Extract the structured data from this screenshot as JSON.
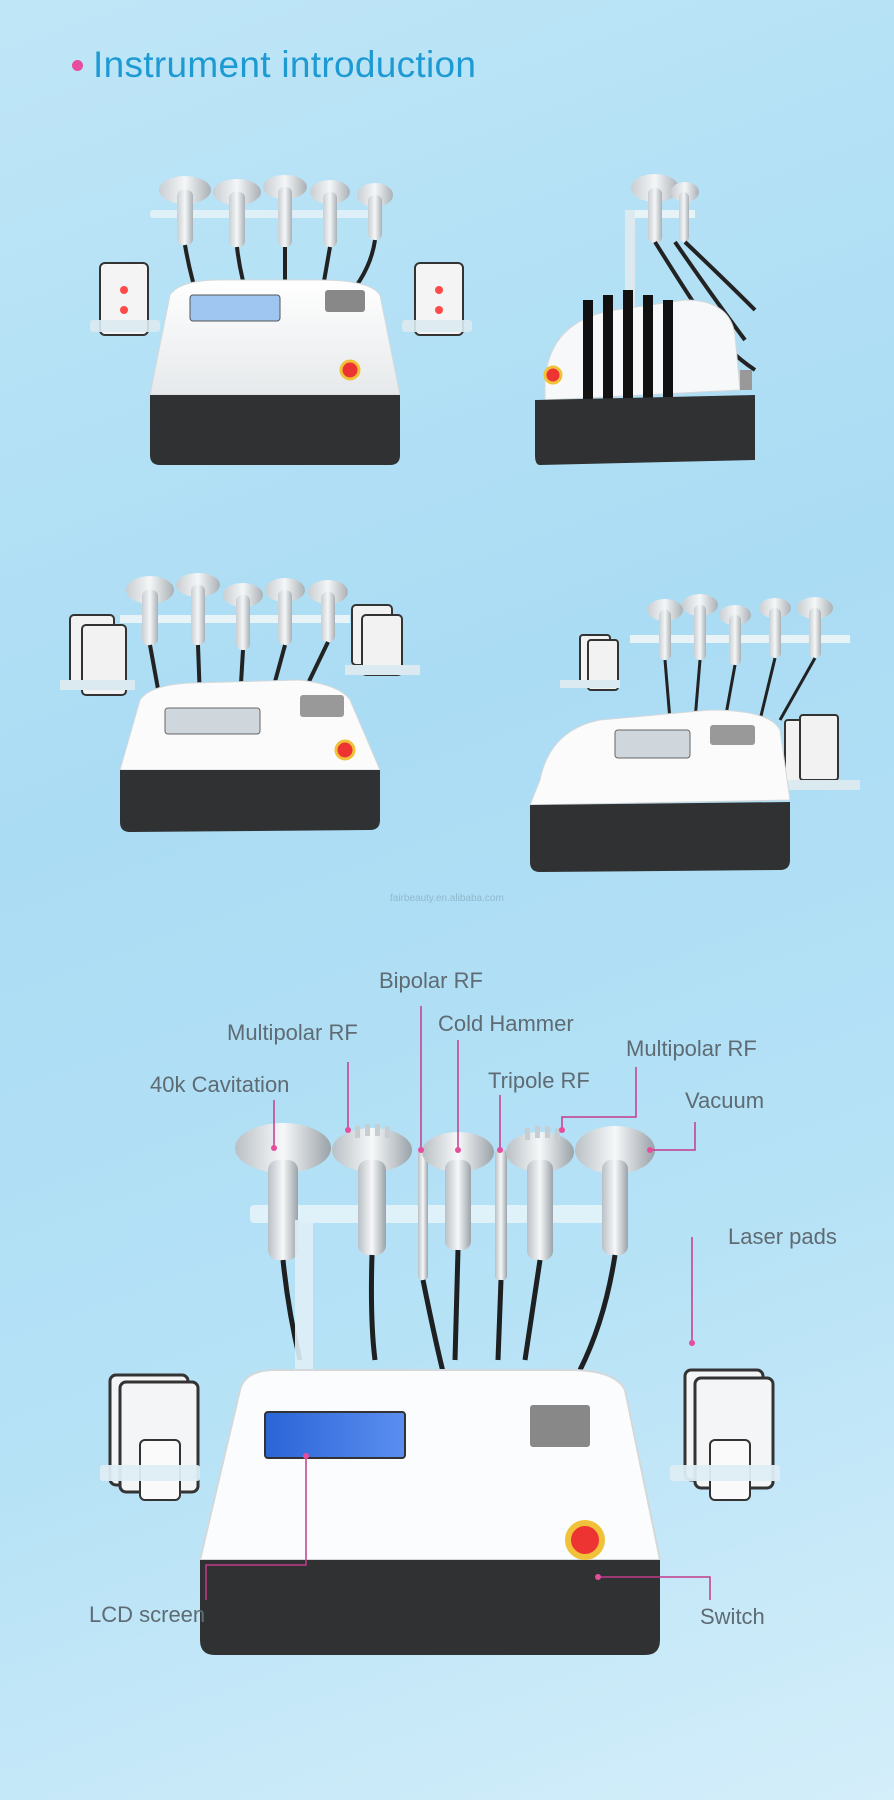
{
  "header": {
    "title": "Instrument introduction"
  },
  "watermark": "fairbeauty.en.alibaba.com",
  "photos": [
    {
      "name": "front-view",
      "label_icon": "device-front-view-photo"
    },
    {
      "name": "side-view",
      "label_icon": "device-side-view-photo"
    },
    {
      "name": "left-angle-view",
      "label_icon": "device-left-angle-photo"
    },
    {
      "name": "right-angle-view",
      "label_icon": "device-right-angle-photo"
    },
    {
      "name": "labeled-view",
      "label_icon": "device-labeled-photo"
    }
  ],
  "callouts": {
    "bipolar_rf": "Bipolar RF",
    "multipolar_rf_left": "Multipolar RF",
    "cold_hammer": "Cold Hammer",
    "multipolar_rf_right": "Multipolar RF",
    "cavitation": "40k Cavitation",
    "tripole_rf": "Tripole RF",
    "vacuum": "Vacuum",
    "laser_pads": "Laser pads",
    "lcd_screen": "LCD screen",
    "switch": "Switch"
  },
  "colors": {
    "title": "#1e9ad3",
    "accent": "#e64d9c",
    "label": "#5e6b73"
  }
}
